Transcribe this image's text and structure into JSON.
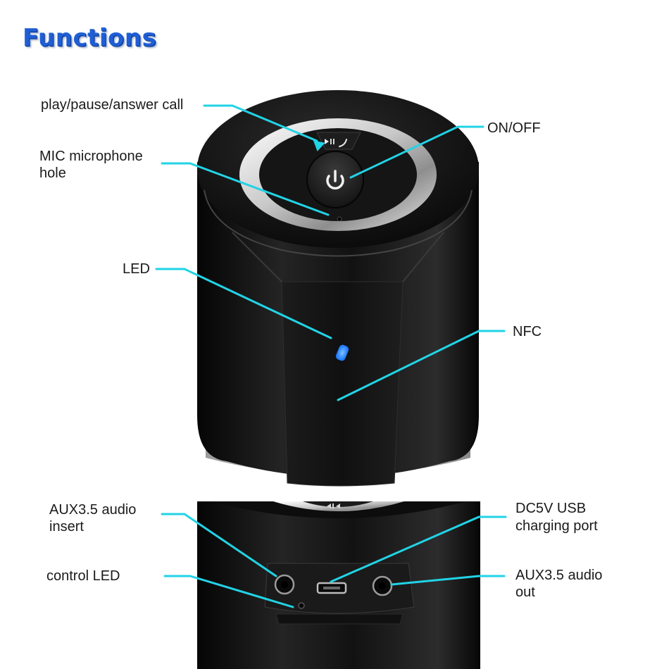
{
  "title": "Functions",
  "labels": {
    "play_pause": "play/pause/answer call",
    "on_off": "ON/OFF",
    "mic_line1": "MIC microphone",
    "mic_line2": "hole",
    "led": "LED",
    "nfc": "NFC",
    "aux_in_line1": "AUX3.5 audio",
    "aux_in_line2": "insert",
    "control_led": "control LED",
    "dc5v_line1": "DC5V USB",
    "dc5v_line2": "charging port",
    "aux_out_line1": "AUX3.5 audio",
    "aux_out_line2": "out"
  },
  "icons": {
    "power": "power-icon",
    "play_pause_call": "play-pause-call-icon",
    "prev_track": "previous-track-icon"
  },
  "colors": {
    "title": "#1f5fd6",
    "callout_line": "#22d3e6",
    "led": "#1e7bff",
    "body": "#141414"
  }
}
